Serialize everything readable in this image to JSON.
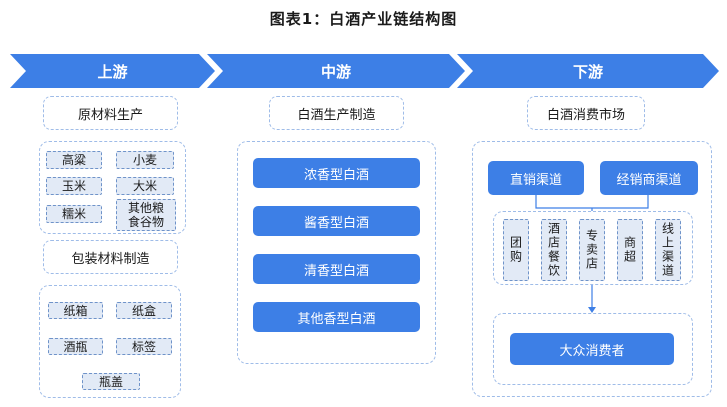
{
  "title": "图表1：白酒产业链结构图",
  "stages": {
    "upstream": "上游",
    "midstream": "中游",
    "downstream": "下游"
  },
  "upstream": {
    "raw_materials_label": "原材料生产",
    "raw_materials": [
      "高粱",
      "小麦",
      "玉米",
      "大米",
      "糯米",
      "其他粮食谷物"
    ],
    "packaging_label": "包装材料制造",
    "packaging": [
      "纸箱",
      "纸盒",
      "酒瓶",
      "标签",
      "瓶盖"
    ]
  },
  "midstream": {
    "label": "白酒生产制造",
    "types": [
      "浓香型白酒",
      "酱香型白酒",
      "清香型白酒",
      "其他香型白酒"
    ]
  },
  "downstream": {
    "label": "白酒消费市场",
    "direct_channel": "直销渠道",
    "dealer_channel": "经销商渠道",
    "outlets": [
      "团购",
      "酒店餐饮",
      "专卖店",
      "商超",
      "线上渠道"
    ],
    "consumers": "大众消费者"
  },
  "colors": {
    "accent": "#3d7fe6",
    "chip_fill": "#e2eaf6",
    "dashed_border": "#9fbce8"
  }
}
